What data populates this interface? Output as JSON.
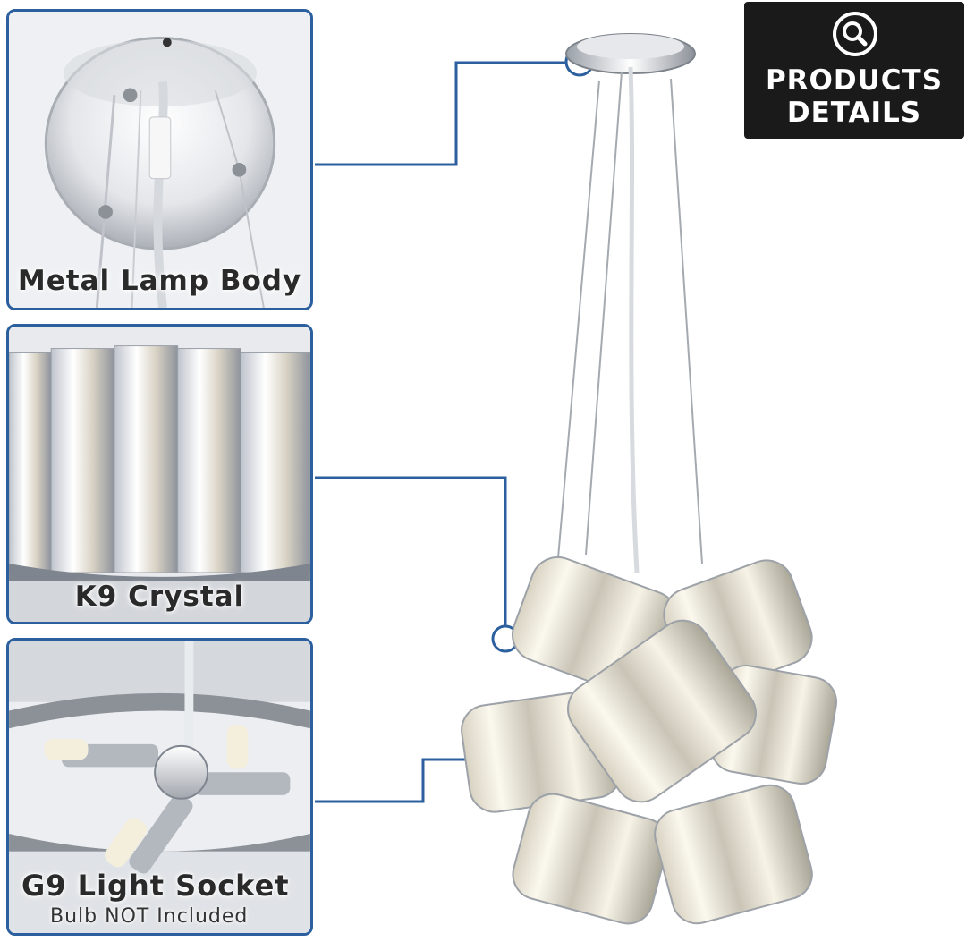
{
  "badge": {
    "icon": "magnifier-icon",
    "line1": "PRODUCTS",
    "line2": "DETAILS"
  },
  "panels": {
    "metal": {
      "label": "Metal Lamp Body"
    },
    "crystal": {
      "label": "K9 Crystal"
    },
    "socket": {
      "label": "G9 Light Socket",
      "sublabel": "Bulb NOT Included"
    }
  },
  "colors": {
    "frame": "#2c5f9e",
    "badge_background": "#1a1a1a",
    "badge_text": "#ffffff"
  }
}
